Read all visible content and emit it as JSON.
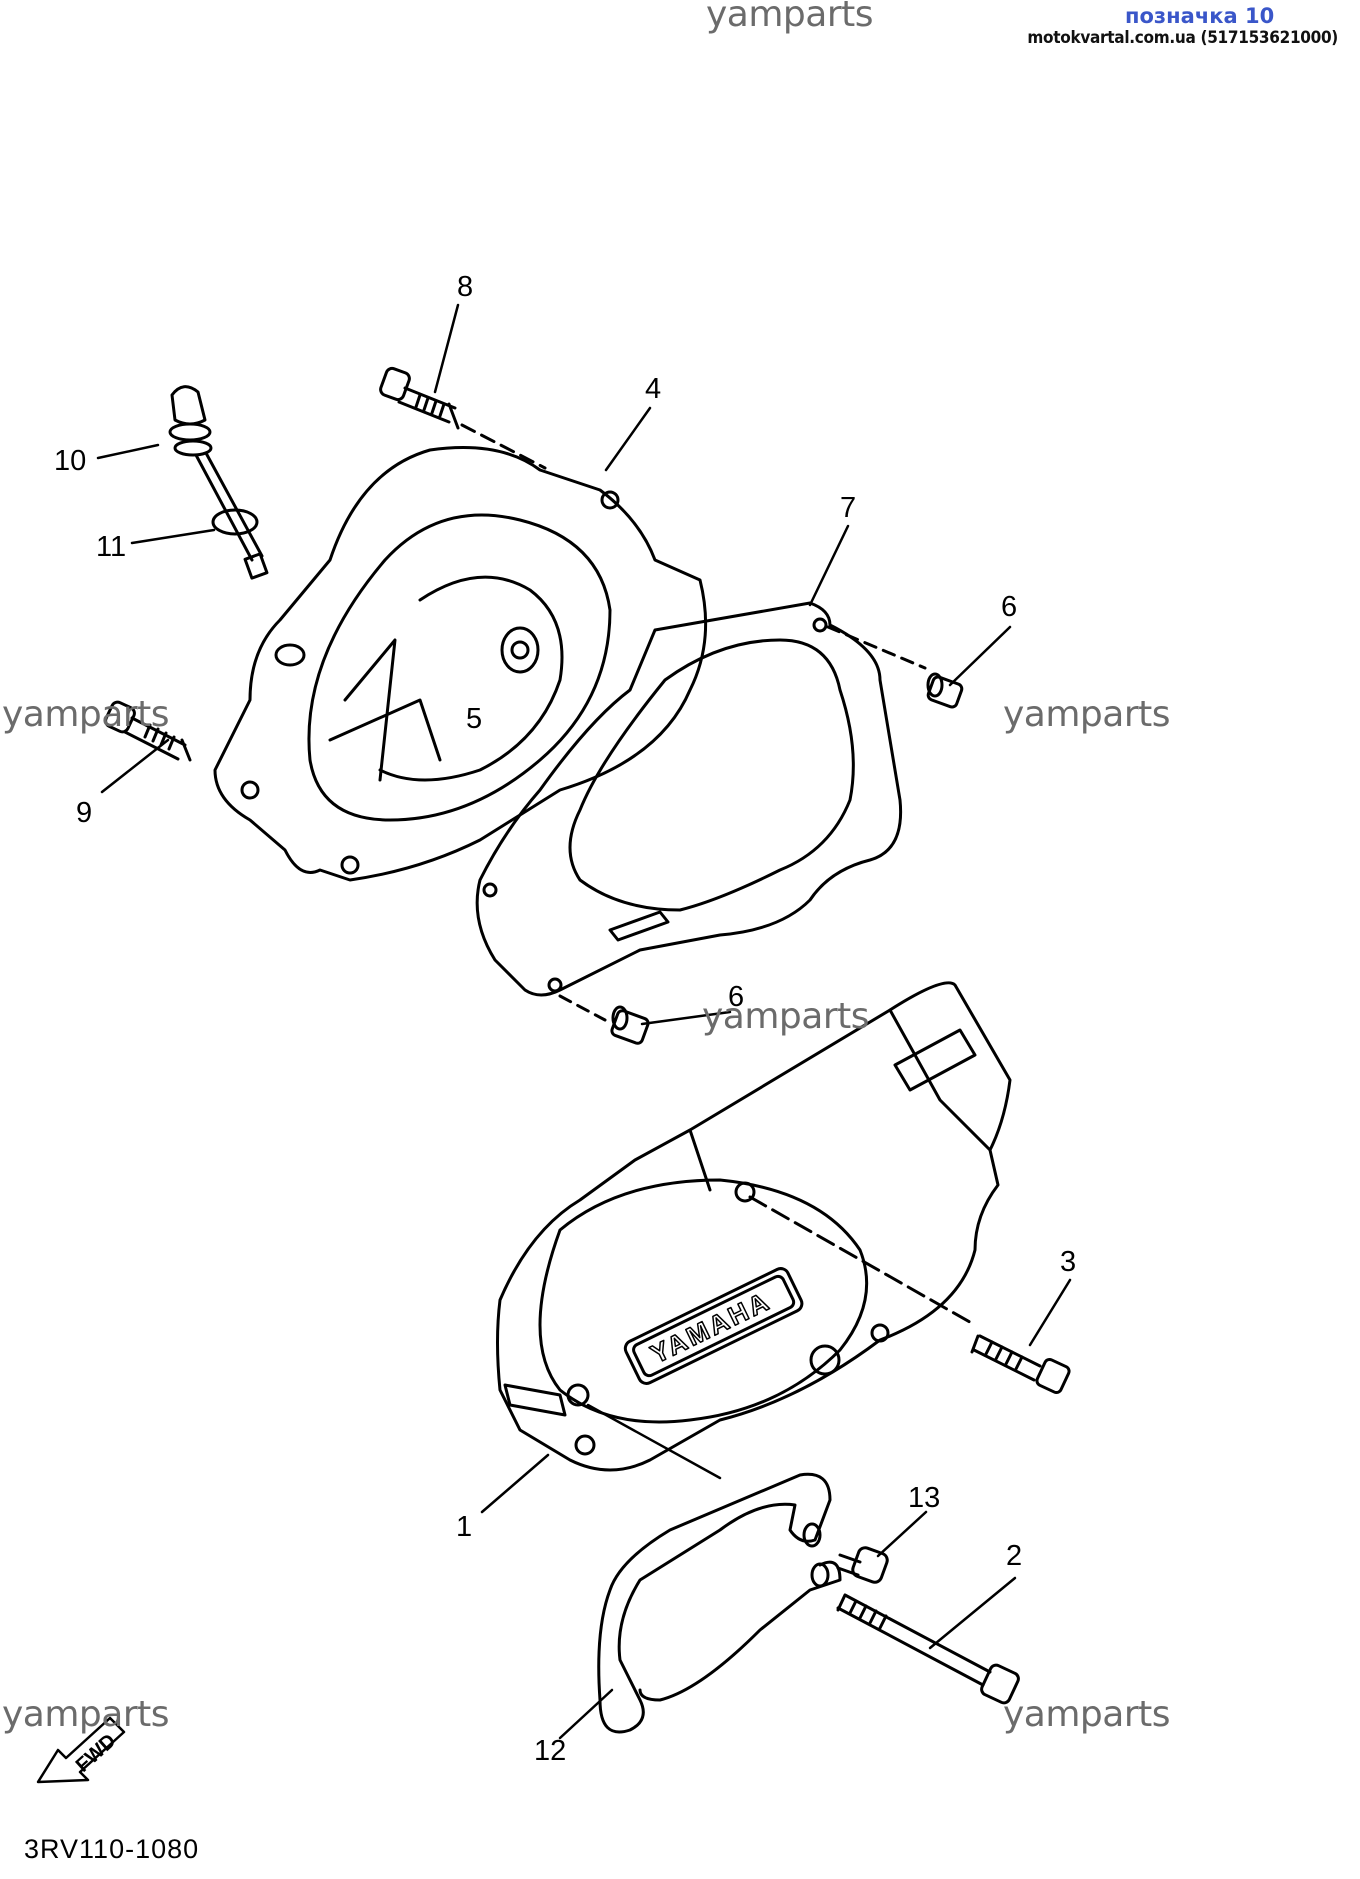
{
  "header": {
    "watermark_top": "yamparts",
    "part_link": "позначка 10",
    "site": "motokvartal.com.ua (517153621000)"
  },
  "watermarks": [
    "yamparts",
    "yamparts",
    "yamparts",
    "yamparts",
    "yamparts"
  ],
  "callouts": [
    "1",
    "2",
    "3",
    "4",
    "5",
    "6",
    "6",
    "7",
    "8",
    "9",
    "10",
    "11",
    "12",
    "13"
  ],
  "cover_brand": "YAMAHA",
  "fwd_label": "FWD",
  "diagram_code": "3RV110-1080"
}
